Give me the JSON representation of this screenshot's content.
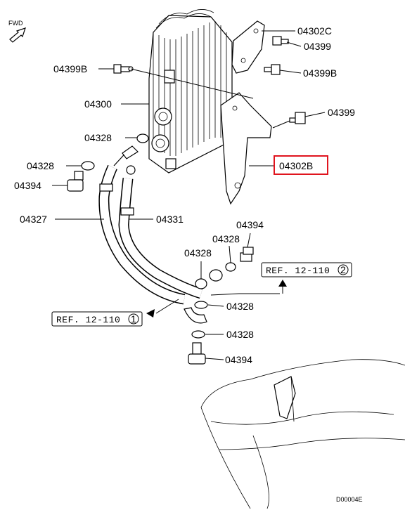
{
  "diagram": {
    "fwd_label": "FWD",
    "labels": {
      "p04302C": "04302C",
      "p04399_top": "04399",
      "p04399B_left": "04399B",
      "p04399B_right": "04399B",
      "p04300": "04300",
      "p04399_mid": "04399",
      "p04328_a": "04328",
      "p04302B": "04302B",
      "p04328_b": "04328",
      "p04394_a": "04394",
      "p04327": "04327",
      "p04331": "04331",
      "p04394_b": "04394",
      "p04328_c": "04328",
      "p04328_d": "04328",
      "p04328_e": "04328",
      "p04328_f": "04328",
      "p04394_c": "04394"
    },
    "refs": {
      "ref_right_text": "REF. 12-110",
      "ref_right_num": "2",
      "ref_left_text": "REF. 12-110",
      "ref_left_num": "1"
    },
    "code": "D00004E",
    "highlight_color": "#e0141e"
  }
}
